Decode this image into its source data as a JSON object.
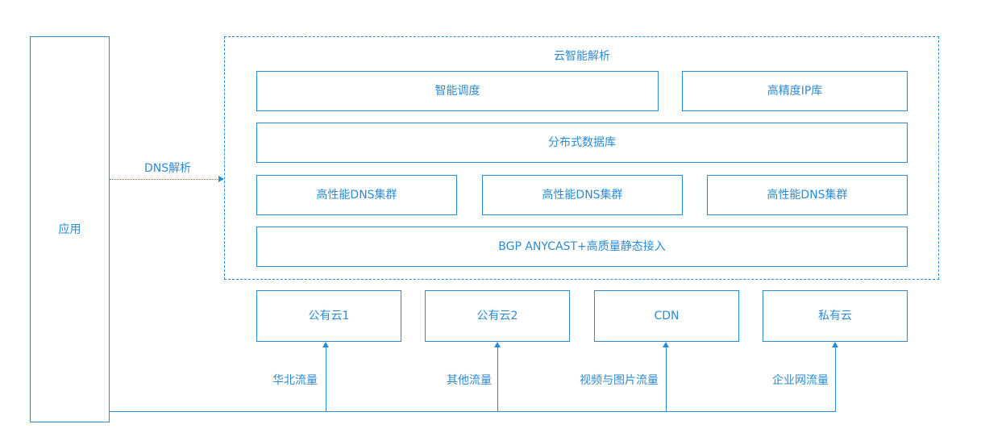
{
  "app": {
    "label": "应用"
  },
  "dns_link": {
    "label": "DNS解析"
  },
  "cloud_dns": {
    "title": "云智能解析",
    "smart_scheduling": "智能调度",
    "high_precision_ip_db": "高精度IP库",
    "distributed_db": "分布式数据库",
    "clusters": [
      "高性能DNS集群",
      "高性能DNS集群",
      "高性能DNS集群"
    ],
    "access": "BGP ANYCAST+高质量静态接入"
  },
  "targets": {
    "public_cloud_1": "公有云1",
    "public_cloud_2": "公有云2",
    "cdn": "CDN",
    "private_cloud": "私有云"
  },
  "flows": {
    "north_china": "华北流量",
    "other": "其他流量",
    "video_images": "视频与图片流量",
    "enterprise_network": "企业网流量"
  },
  "colors": {
    "accent": "#2c8bd6"
  }
}
